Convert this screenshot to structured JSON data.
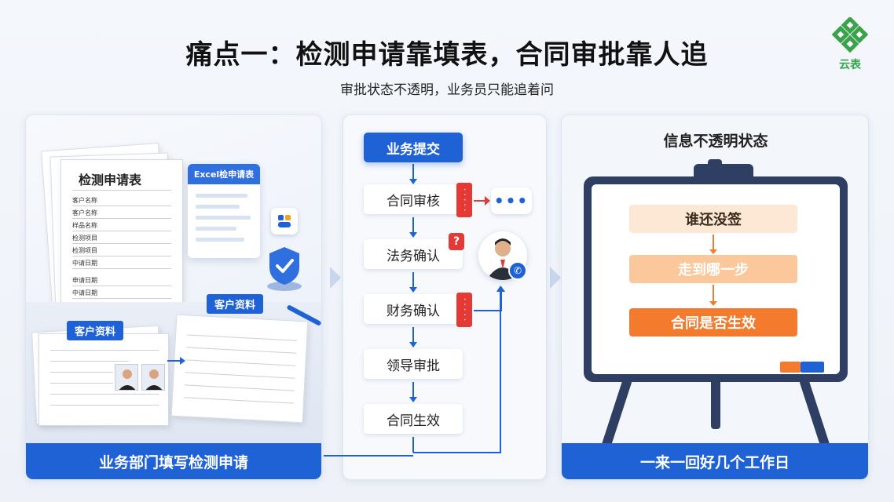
{
  "header": {
    "title": "痛点一：检测申请靠填表，合同审批靠人追",
    "subtitle": "审批状态不透明，业务员只能追着问",
    "logo_text": "云表"
  },
  "panel_left": {
    "form_title": "检测申请表",
    "form_fields": [
      "客户名称",
      "客户名称",
      "样品名称",
      "检测项目",
      "检测项目",
      "中请日期"
    ],
    "form_fields_lower": [
      "申请日期",
      "中请日期"
    ],
    "excel_title": "Excel检申请表",
    "tag_customer_1": "客户资料",
    "tag_customer_2": "客户资料",
    "footer": "业务部门填写检测申请"
  },
  "panel_middle": {
    "steps": [
      "业务提交",
      "合同审核",
      "法务确认",
      "财务确认",
      "领导审批",
      "合同生效"
    ],
    "bubble": "•••",
    "question_mark": "?"
  },
  "panel_right": {
    "title": "信息不透明状态",
    "board_steps": [
      "谁还没签",
      "走到哪一步",
      "合同是否生效"
    ],
    "footer": "一来一回好几个工作日"
  },
  "colors": {
    "primary": "#1e62d6",
    "alert": "#e53935",
    "orange": "#f47a2e",
    "board": "#2f3e63"
  }
}
